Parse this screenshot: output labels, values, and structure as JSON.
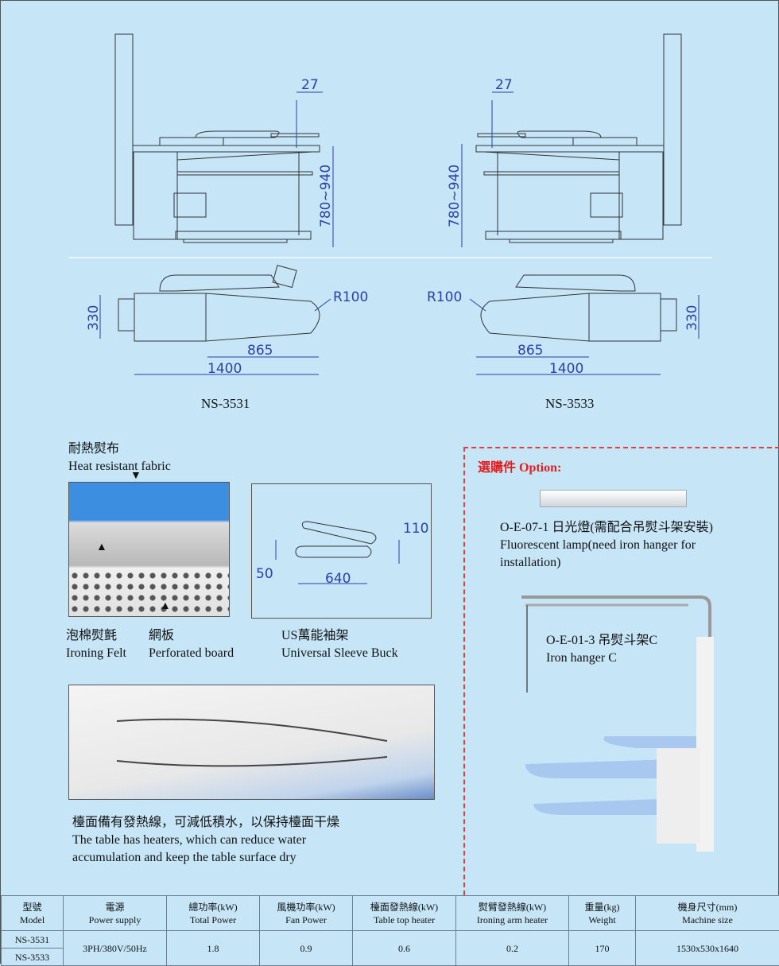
{
  "drawings": {
    "left": {
      "model": "NS-3531",
      "height_dim": "780~940",
      "gap_dim": "27",
      "radius_dim": "R100",
      "width_dim": "330",
      "mid_dim": "865",
      "length_dim": "1400"
    },
    "right": {
      "model": "NS-3533",
      "height_dim": "780~940",
      "gap_dim": "27",
      "radius_dim": "R100",
      "width_dim": "330",
      "mid_dim": "865",
      "length_dim": "1400"
    }
  },
  "fabric": {
    "zh": "耐熱熨布",
    "en": "Heat resistant fabric"
  },
  "felt": {
    "zh": "泡棉熨氈",
    "en": "Ironing Felt"
  },
  "board": {
    "zh": "網板",
    "en": "Perforated board"
  },
  "sleeve": {
    "zh": "US萬能袖架",
    "en": "Universal Sleeve Buck",
    "dim_110": "110",
    "dim_50": "50",
    "dim_640": "640"
  },
  "heater": {
    "zh": "檯面備有發熱線，可減低積水，以保持檯面干燥",
    "en1": "The table has heaters, which can reduce water",
    "en2": "accumulation and keep the table surface dry"
  },
  "options": {
    "title": "選購件 Option:",
    "lamp": {
      "line1": "O-E-07-1 日光燈(需配合吊熨斗架安裝)",
      "line2": "Fluorescent lamp(need iron hanger for",
      "line3": "installation)"
    },
    "hanger": {
      "line1": "O-E-01-3 吊熨斗架C",
      "line2": "Iron hanger C"
    }
  },
  "table": {
    "headers": [
      {
        "zh": "型號",
        "en": "Model"
      },
      {
        "zh": "電源",
        "en": "Power supply"
      },
      {
        "zh": "總功率(kW)",
        "en": "Total Power"
      },
      {
        "zh": "風機功率(kW)",
        "en": "Fan Power"
      },
      {
        "zh": "檯面發熱線(kW)",
        "en": "Table top heater"
      },
      {
        "zh": "熨臂發熱線(kW)",
        "en": "Ironing arm heater"
      },
      {
        "zh": "重量(kg)",
        "en": "Weight"
      },
      {
        "zh": "機身尺寸(mm)",
        "en": "Machine size"
      }
    ],
    "models": [
      "NS-3531",
      "NS-3533"
    ],
    "values": {
      "power_supply": "3PH/380V/50Hz",
      "total_power": "1.8",
      "fan_power": "0.9",
      "table_heater": "0.6",
      "arm_heater": "0.2",
      "weight": "170",
      "size": "1530x530x1640"
    }
  },
  "colors": {
    "background": "#c6e6f8",
    "dimension": "#2b3fa8",
    "option_title": "#e02020"
  }
}
